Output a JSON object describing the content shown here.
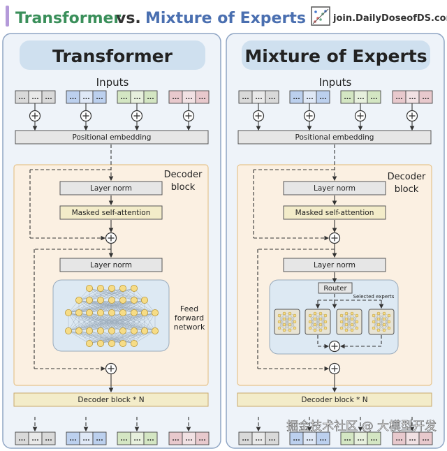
{
  "header": {
    "title_left": "Transformer",
    "title_vs": "vs.",
    "title_right": "Mixture of Experts",
    "brand": "join.DailyDoseofDS.com"
  },
  "token_dots": "...",
  "left": {
    "heading": "Transformer",
    "inputs": "Inputs",
    "positional": "Positional embedding",
    "decoder_block": [
      "Decoder",
      "block"
    ],
    "layer_norm_1": "Layer norm",
    "attention": "Masked self-attention",
    "layer_norm_2": "Layer norm",
    "ffn_label": [
      "Feed",
      "forward",
      "network"
    ],
    "decoder_n": "Decoder block * N"
  },
  "right": {
    "heading": "Mixture of Experts",
    "inputs": "Inputs",
    "positional": "Positional embedding",
    "decoder_block": [
      "Decoder",
      "block"
    ],
    "layer_norm_1": "Layer norm",
    "attention": "Masked self-attention",
    "layer_norm_2": "Layer norm",
    "router": "Router",
    "selected_experts": "Selected experts",
    "decoder_n": "Decoder block * N"
  },
  "watermark": "掘金技术社区 @ 大模型开发",
  "colors": {
    "title_green": "#3a8f5a",
    "title_blue": "#4a6fb0",
    "panel_bg": "#eef3f9",
    "panel_border": "#8fa5c4",
    "heading_bg": "#cfe0ef",
    "decoder_bg": "#fbf0e2",
    "decoder_border": "#e6c48d",
    "box_gray": "#e6e6e6",
    "box_yellow": "#f3ecc9",
    "ffn_bg": "#dde9f3",
    "node_yellow": "#f6dc86",
    "token_colors": [
      "#d9d9d9",
      "#bcd0ee",
      "#d4e6c3",
      "#e8c9cd"
    ],
    "token_mid": [
      "#e9e9e9",
      "#dfe8f6",
      "#e7f0dd",
      "#f1e1e3"
    ]
  }
}
